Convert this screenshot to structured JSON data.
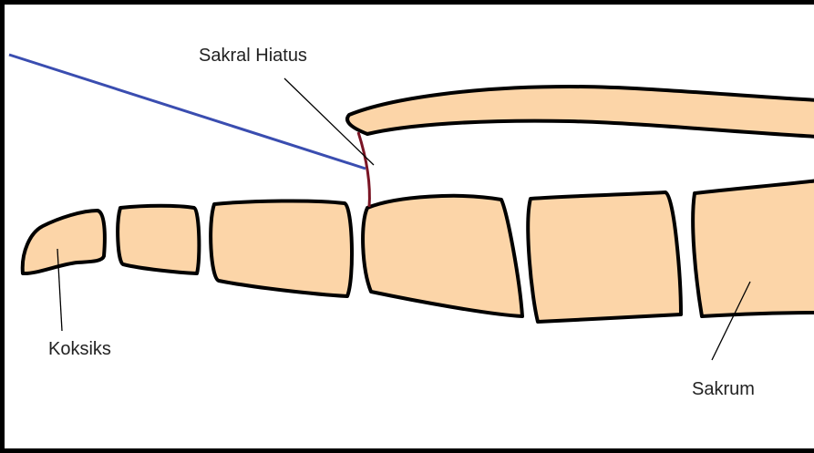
{
  "colors": {
    "bone_fill": "#fcd5a8",
    "outline": "#000000",
    "needle": "#3a4db0",
    "hiatus": "#7a1424",
    "label": "#222222",
    "background": "#ffffff"
  },
  "labels": {
    "sakral_hiatus": "Sakral Hiatus",
    "koksiks": "Koksiks",
    "sakrum": "Sakrum"
  }
}
